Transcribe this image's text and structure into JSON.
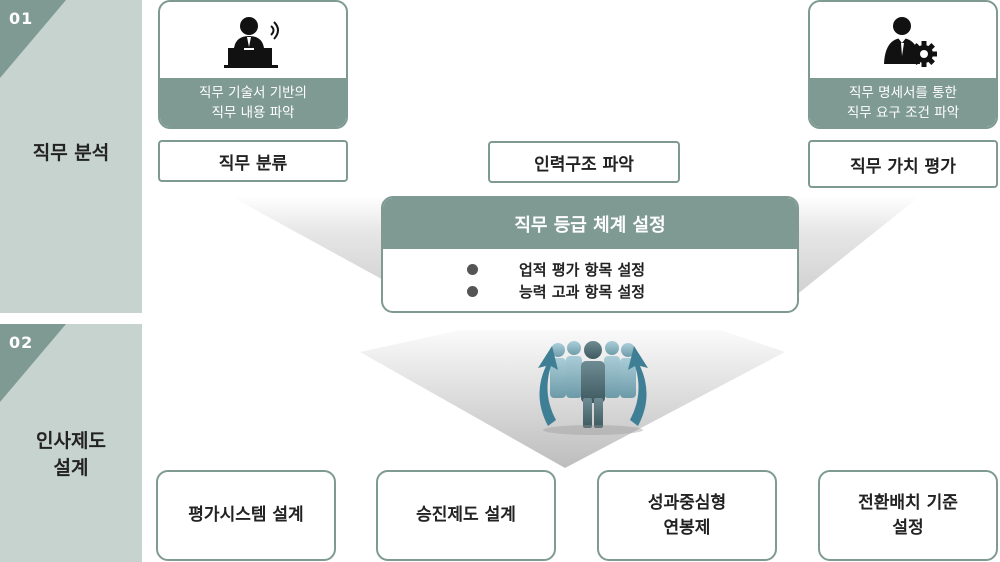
{
  "sections": [
    {
      "number": "01",
      "label": "직무 분석"
    },
    {
      "number": "02",
      "label_lines": [
        "인사제도",
        "설계"
      ]
    }
  ],
  "top_cards": [
    {
      "icon": "speaker-podium-icon",
      "caption_lines": [
        "직무 기술서 기반의",
        "직무 내용 파악"
      ]
    },
    {
      "icon": "businessman-gear-icon",
      "caption_lines": [
        "직무 명세서를 통한",
        "직무 요구 조건 파악"
      ]
    }
  ],
  "top_boxes": {
    "left": "직무 분류",
    "middle": "인력구조 파악",
    "right": "직무 가치 평가"
  },
  "center": {
    "title": "직무 등급 체계 설정",
    "bullets": [
      "업적 평가 항목 설정",
      "능력 고과 항목 설정"
    ]
  },
  "people_icon": "team-arrows-icon",
  "bottom_boxes": [
    {
      "lines": [
        "평가시스템 설계"
      ]
    },
    {
      "lines": [
        "승진제도 설계"
      ]
    },
    {
      "lines": [
        "성과중심형",
        "연봉제"
      ]
    },
    {
      "lines": [
        "전환배치 기준",
        "설정"
      ]
    }
  ],
  "colors": {
    "accent": "#7e9a93",
    "panel": "#c7d3cf",
    "funnel": "#d9d9d9"
  }
}
